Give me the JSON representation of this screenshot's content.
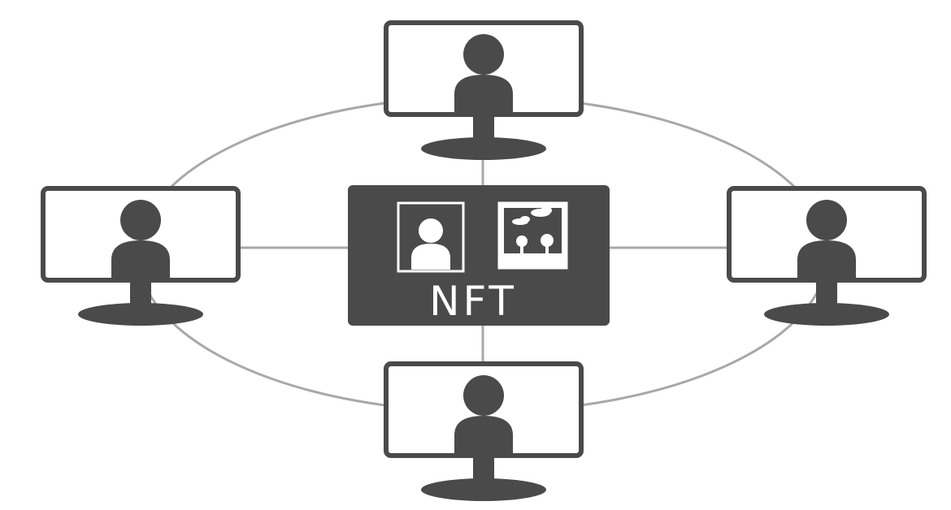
{
  "nft_label": "NFT",
  "colors": {
    "dark": "#4a4a4a",
    "line": "#a8a8a8",
    "screen": "#ffffff",
    "background": "#ffffff"
  },
  "nodes": [
    {
      "id": "top",
      "icon": "person-icon"
    },
    {
      "id": "left",
      "icon": "person-icon"
    },
    {
      "id": "right",
      "icon": "person-icon"
    },
    {
      "id": "bottom",
      "icon": "person-icon"
    }
  ],
  "center": {
    "icons": [
      "portrait-picture-icon",
      "landscape-picture-icon"
    ]
  }
}
